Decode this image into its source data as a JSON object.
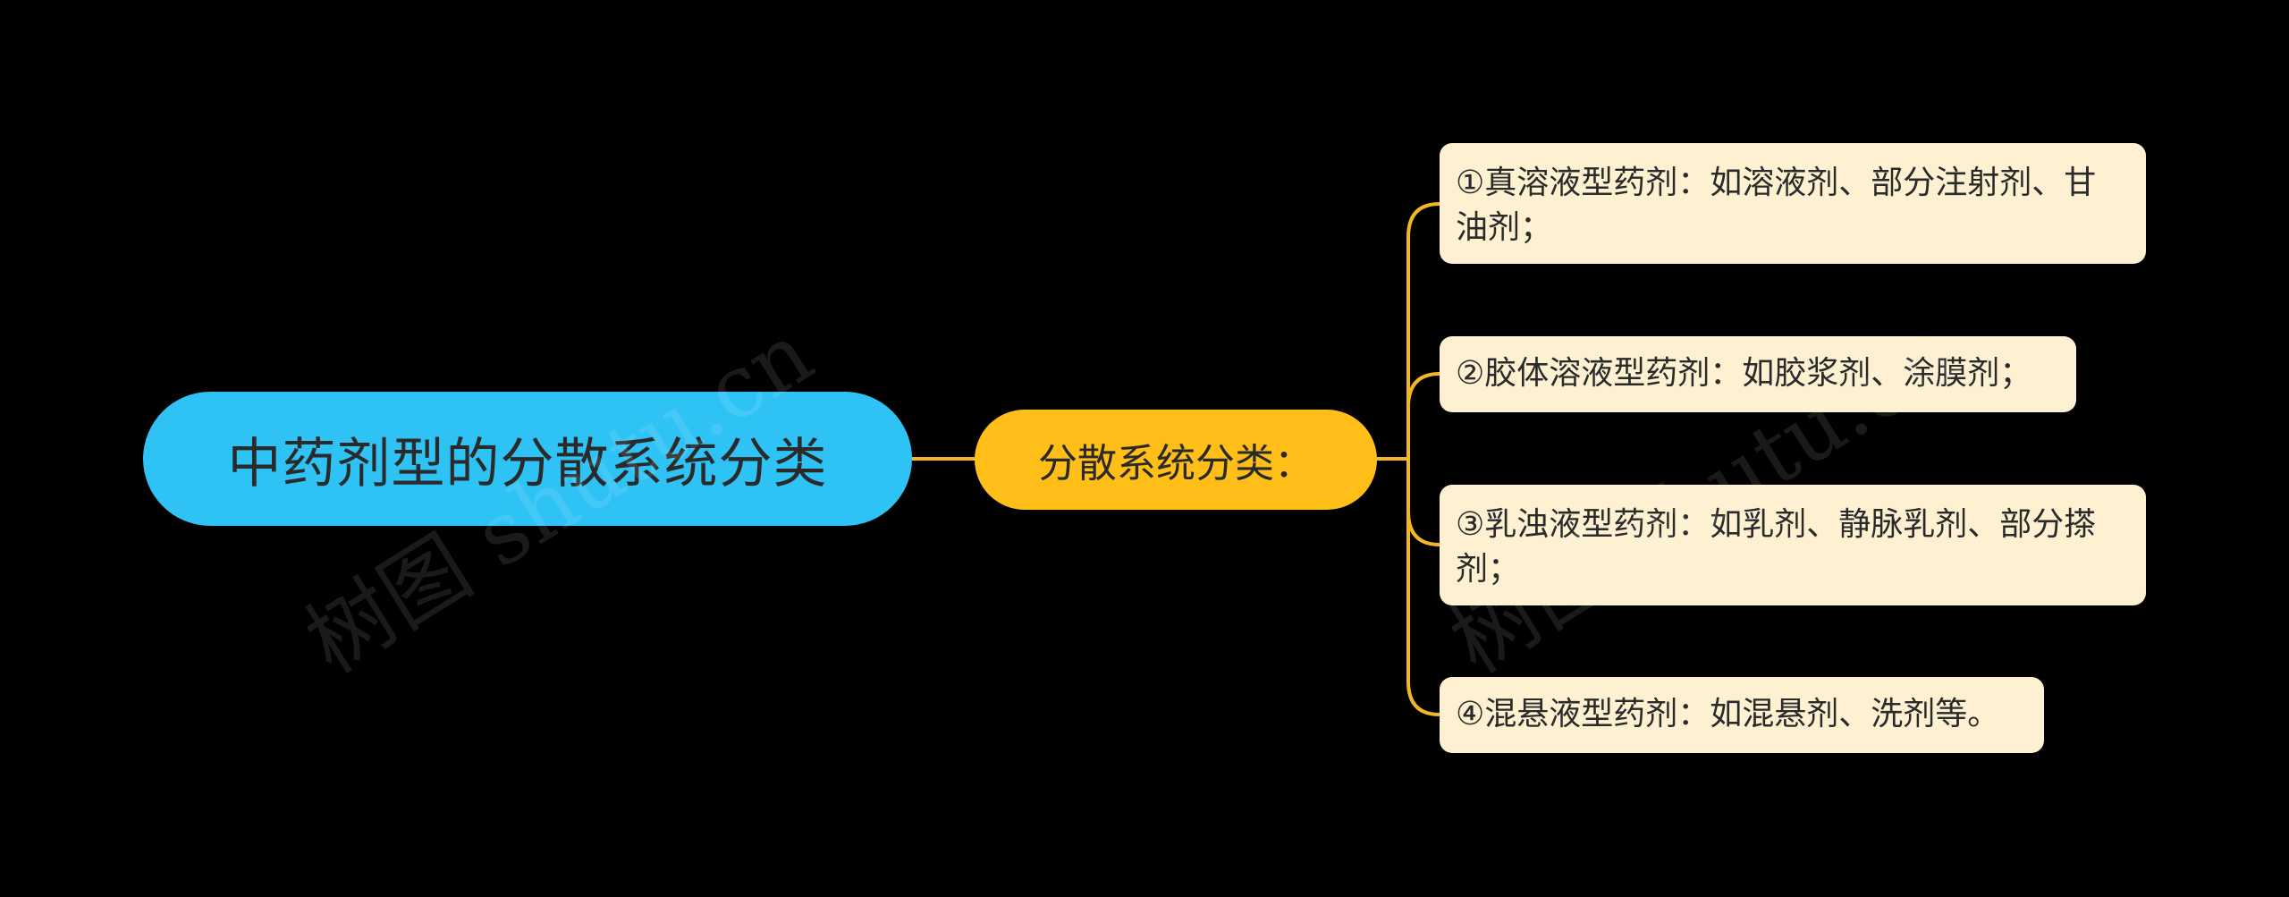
{
  "mindmap": {
    "root": {
      "label": "中药剂型的分散系统分类",
      "color": "#2fc3f5"
    },
    "branch": {
      "label": "分散系统分类：",
      "color": "#ffbf18"
    },
    "leaves": [
      {
        "label": "①真溶液型药剂：如溶液剂、部分注射剂、甘油剂；"
      },
      {
        "label": "②胶体溶液型药剂：如胶浆剂、涂膜剂；"
      },
      {
        "label": "③乳浊液型药剂：如乳剂、静脉乳剂、部分搽剂；"
      },
      {
        "label": "④混悬液型药剂：如混悬剂、洗剂等。"
      }
    ],
    "leaf_color": "#fdf1d1",
    "connector_color": "#f2b824"
  },
  "watermark": {
    "text": "树图 shutu.cn"
  }
}
